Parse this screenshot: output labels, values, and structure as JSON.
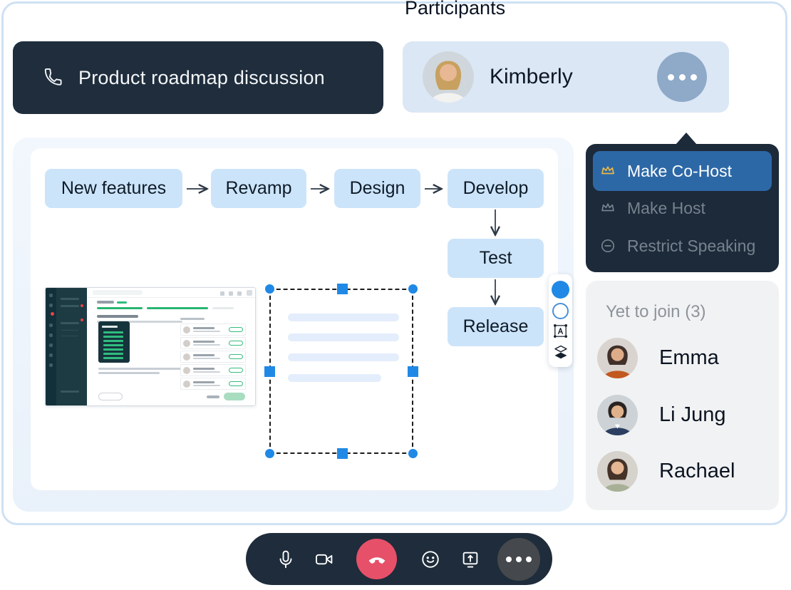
{
  "participants_panel": {
    "title": "Participants"
  },
  "call_header": {
    "title": "Product roadmap discussion",
    "icon": "phone-icon"
  },
  "active_participant": {
    "name": "Kimberly",
    "more_icon": "ellipsis-icon"
  },
  "context_menu": {
    "items": [
      {
        "label": "Make Co-Host",
        "icon": "crown-icon",
        "active": true
      },
      {
        "label": "Make Host",
        "icon": "crown-icon",
        "active": false
      },
      {
        "label": "Restrict Speaking",
        "icon": "circle-minus-icon",
        "active": false
      }
    ]
  },
  "yet_to_join": {
    "title": "Yet to join (3)",
    "members": [
      {
        "name": "Emma"
      },
      {
        "name": "Li Jung"
      },
      {
        "name": "Rachael"
      }
    ]
  },
  "whiteboard": {
    "flow_nodes": [
      {
        "label": "New features"
      },
      {
        "label": "Revamp"
      },
      {
        "label": "Design"
      },
      {
        "label": "Develop"
      },
      {
        "label": "Test"
      },
      {
        "label": "Release"
      }
    ],
    "side_tools": [
      "filled-circle-tool",
      "outline-circle-tool",
      "text-frame-tool",
      "layers-tool"
    ]
  },
  "control_bar": {
    "buttons": [
      "microphone",
      "camera",
      "hang-up",
      "emoji",
      "screen-share",
      "more-options"
    ]
  },
  "colors": {
    "frame_border": "#cfe1f4",
    "dark_navy": "#1f2d3c",
    "card_blue": "#dbe7f5",
    "menu_highlight": "#2d68a6",
    "crown_gold": "#e9b949",
    "accent_blue": "#2089e5",
    "flow_box_blue": "#cce4fa",
    "hangup_red": "#e65069",
    "panel_gray": "#f1f2f3",
    "app_green": "#2fbd7f"
  }
}
